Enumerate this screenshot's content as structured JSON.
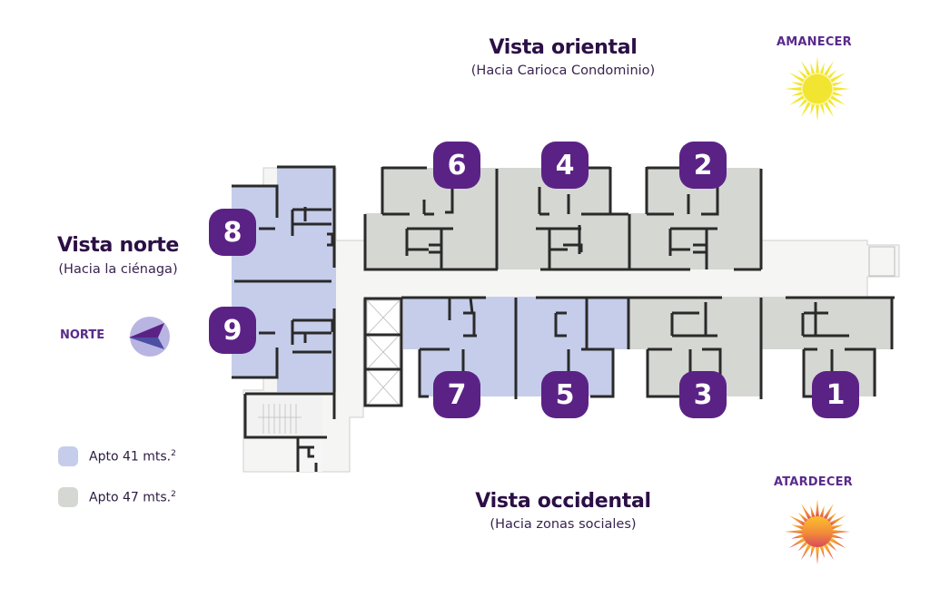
{
  "views": {
    "east": {
      "title": "Vista oriental",
      "subtitle": "(Hacia Carioca Condominio)"
    },
    "north": {
      "title": "Vista norte",
      "subtitle": "(Hacia la ciénaga)"
    },
    "west": {
      "title": "Vista occidental",
      "subtitle": "(Hacia zonas sociales)"
    }
  },
  "sun": {
    "sunrise_label": "AMANECER",
    "sunset_label": "ATARDECER",
    "sunrise_icon": "sun-yellow-icon",
    "sunset_icon": "sun-orange-icon"
  },
  "compass": {
    "label": "NORTE",
    "icon": "compass-arrow-icon"
  },
  "legend": [
    {
      "label": "Apto 41 mts.",
      "sup": "2",
      "color": "#c5cdeb"
    },
    {
      "label": "Apto 47 mts.",
      "sup": "2",
      "color": "#d5d7d3"
    }
  ],
  "colors": {
    "apt41": "#c5cdeb",
    "apt47": "#d5d7d3",
    "badge": "#5b2286",
    "title": "#2b0f45",
    "accent": "#5a2a8c"
  },
  "apartments": [
    {
      "number": "1",
      "type": "Apto 47 mts.²",
      "side": "occidental"
    },
    {
      "number": "2",
      "type": "Apto 47 mts.²",
      "side": "oriental"
    },
    {
      "number": "3",
      "type": "Apto 47 mts.²",
      "side": "occidental"
    },
    {
      "number": "4",
      "type": "Apto 47 mts.²",
      "side": "oriental"
    },
    {
      "number": "5",
      "type": "Apto 41 mts.²",
      "side": "occidental"
    },
    {
      "number": "6",
      "type": "Apto 47 mts.²",
      "side": "oriental"
    },
    {
      "number": "7",
      "type": "Apto 41 mts.²",
      "side": "occidental"
    },
    {
      "number": "8",
      "type": "Apto 41 mts.²",
      "side": "norte"
    },
    {
      "number": "9",
      "type": "Apto 41 mts.²",
      "side": "norte"
    }
  ]
}
